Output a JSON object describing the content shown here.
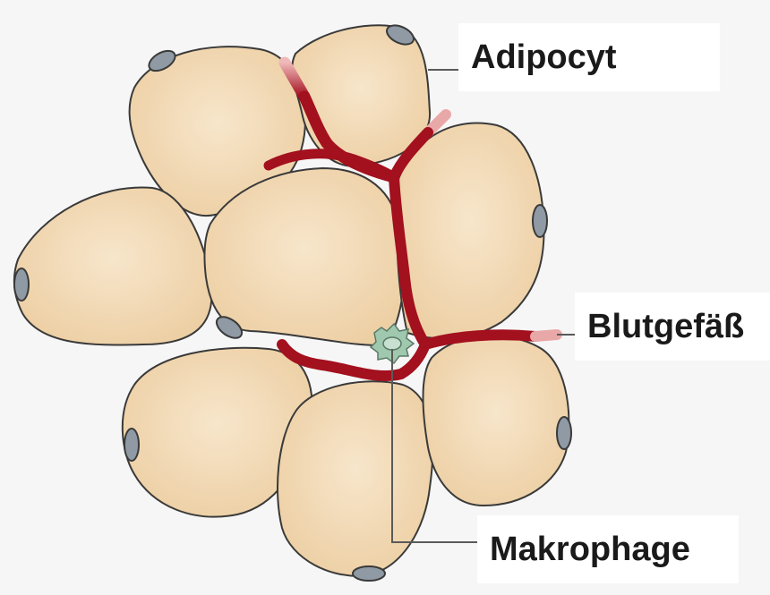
{
  "labels": {
    "adipocyte": "Adipocyt",
    "blood_vessel": "Blutgefäß",
    "macrophage": "Makrophage"
  },
  "colors": {
    "background": "#f6f6f6",
    "cell_fill": "#f1d8b2",
    "cell_outline": "#3a3a3a",
    "nucleus_fill": "#8f9aa4",
    "vessel": "#a3101e",
    "macrophage_fill": "#9fc8ae",
    "leader_line": "#5a5a5a",
    "label_box": "#ffffff"
  },
  "icons": {
    "adipocyte": "adipocyte-cell-icon",
    "nucleus": "cell-nucleus-icon",
    "vessel": "blood-vessel-icon",
    "macrophage": "macrophage-icon"
  }
}
